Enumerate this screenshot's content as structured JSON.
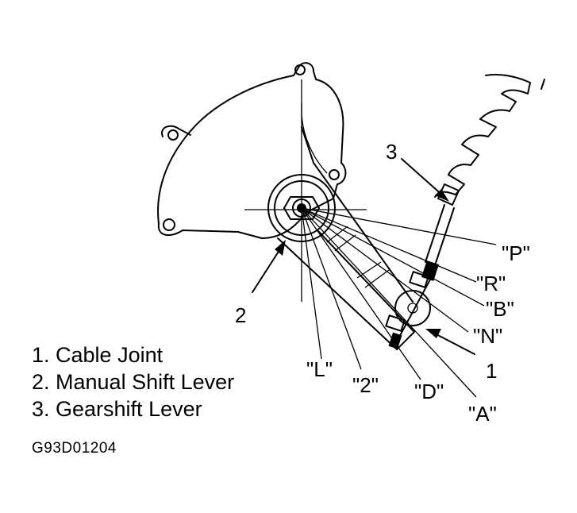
{
  "callouts": {
    "num_3": "3",
    "num_2": "2",
    "num_1": "1",
    "pos_p": "\"P\"",
    "pos_r": "\"R\"",
    "pos_b": "\"B\"",
    "pos_n": "\"N\"",
    "pos_l": "\"L\"",
    "pos_2": "\"2\"",
    "pos_d": "\"D\"",
    "pos_a": "\"A\""
  },
  "legend": [
    "1. Cable Joint",
    "2. Manual Shift Lever",
    "3. Gearshift Lever"
  ],
  "figure_id": "G93D01204"
}
